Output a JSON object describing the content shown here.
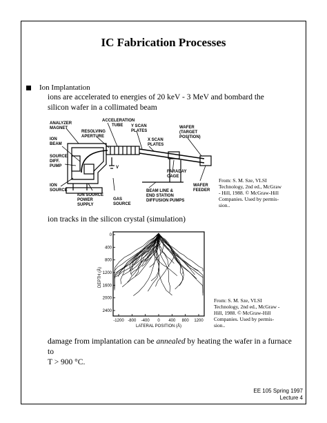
{
  "title": "IC Fabrication Processes",
  "bullet": "Ion Implantation",
  "para1": "ions are accelerated to energies of 20 keV - 3 MeV and bombard the silicon wafer in a collimated beam",
  "diagram_labels": {
    "analyzer": "ANALYZER",
    "magnet": "MAGNET",
    "ion_beam1": "ION",
    "ion_beam2": "BEAM",
    "source1": "SOURCE",
    "source2": "DIFF.",
    "source3": "PUMP",
    "ion_src1": "ION",
    "ion_src2": "SOURCE",
    "accel1": "ACCELERATION",
    "accel2": "TUBE",
    "resolving1": "RESOLVING",
    "resolving2": "APERTURE",
    "yscan1": "Y SCAN",
    "yscan2": "PLATES",
    "xscan1": "X SCAN",
    "xscan2": "PLATES",
    "wafer1": "WAFER",
    "wafer2": "(TARGET",
    "wafer3": "POSITION)",
    "faraday1": "FARADAY",
    "faraday2": "CAGE",
    "ionps1": "ION SOURCE",
    "ionps2": "POWER",
    "ionps3": "SUPPLY",
    "gas1": "GAS",
    "gas2": "SOURCE",
    "beamline1": "BEAM LINE &",
    "beamline2": "END STATION",
    "beamline3": "DIFFUSION PUMPS",
    "feeder1": "WAFER",
    "feeder2": "FEEDER",
    "v_label": "V"
  },
  "credit1_lines": [
    "From: S. M. Sze, VLSI",
    "Technology, 2nd ed., McGraw",
    "- Hill, 1988. © McGraw-Hill",
    "Companies. Used by permis-",
    "sion.."
  ],
  "para2": "ion tracks in the silicon crystal (simulation)",
  "plot": {
    "y_ticks": [
      "0",
      "400",
      "800",
      "1200",
      "1600",
      "2000",
      "2400"
    ],
    "x_ticks": [
      "-1200",
      "-800",
      "-400",
      "0",
      "400",
      "800",
      "1200"
    ],
    "ylabel": "DEPTH (Å)",
    "xlabel": "LATERAL POSITION (Å)"
  },
  "credit2_lines": [
    "From: S. M. Sze, VLSI",
    "Technology, 2nd ed., McGraw -",
    "Hill, 1988. © McGraw-Hill",
    "Companies. Used by permis-",
    "sion.."
  ],
  "para3_prefix": "damage from implantation can be ",
  "para3_em": "annealed",
  "para3_mid": " by heating the wafer in a furnace to",
  "para3_line2": "T > 900 °C.",
  "footer_line1": "EE 105 Spring 1997",
  "footer_line2": "Lecture 4"
}
